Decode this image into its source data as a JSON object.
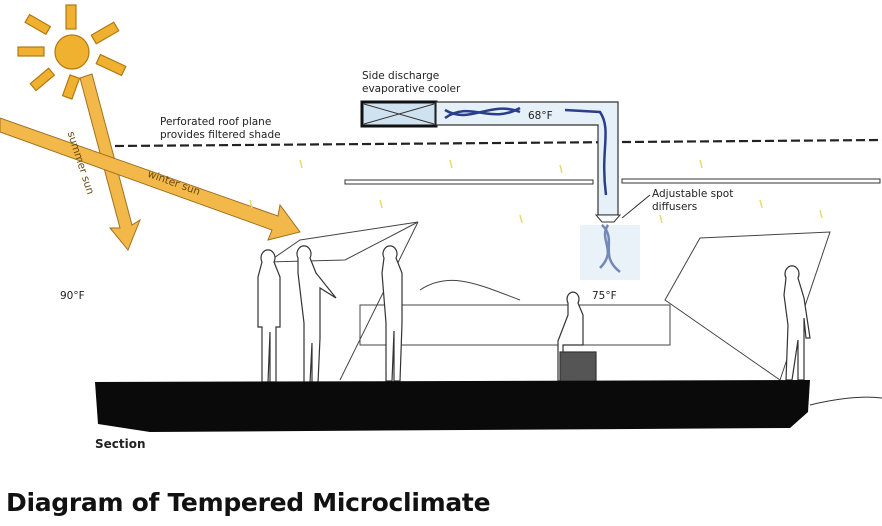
{
  "title": "Diagram of Tempered Microclimate",
  "labels": {
    "cooler_line1": "Side discharge",
    "cooler_line2": "evaporative cooler",
    "duct_temp": "68°F",
    "roof_line1": "Perforated roof plane",
    "roof_line2": "provides filtered shade",
    "summer_sun": "summer sun",
    "winter_sun": "winter sun",
    "diffuser_line1": "Adjustable spot",
    "diffuser_line2": "diffusers",
    "outside_temp": "90°F",
    "inside_temp": "75°F",
    "section": "Section"
  },
  "colors": {
    "sun": "#f0b030",
    "air": "#2a3f8a",
    "cool_fill": "#cfe2f0",
    "platform": "#0a0a0a"
  }
}
